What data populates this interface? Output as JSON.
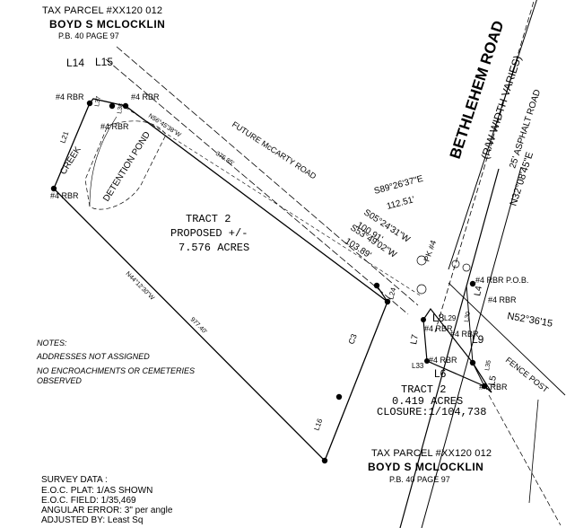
{
  "top_parcel": {
    "tax_parcel": "TAX PARCEL #XX120 012",
    "owner": "BOYD S MCLOCKLIN",
    "book_page": "P.B. 40 PAGE 97"
  },
  "bottom_parcel": {
    "tax_parcel": "TAX PARCEL #XX120 012",
    "owner": "BOYD S MCLOCKLIN",
    "book_page": "P.B. 40 PAGE 97"
  },
  "road": {
    "name": "BETHLEHEM ROAD",
    "row": "(R/W WIDTH VARIES)",
    "surface": "25' ASPHALT ROAD",
    "bearing": "N32°08'45\"E"
  },
  "future_road": "FUTURE McCARTY ROAD",
  "tract2": {
    "title": "TRACT 2",
    "line2": "PROPOSED +/-",
    "line3": "7.576 ACRES"
  },
  "tract2b": {
    "line1": "TRACT 2",
    "line2": "0.419 ACRES",
    "line3": "CLOSURE:1/104,738"
  },
  "labels": {
    "l14": "L14",
    "l15": "L15",
    "l21": "L21",
    "l16": "L16",
    "l24": "L24",
    "l4": "L4",
    "l5": "L5",
    "l6": "L6",
    "l7": "L7",
    "l8": "L8",
    "l9": "L9",
    "l29": "L29",
    "l30": "L30",
    "l33": "L33",
    "l35": "L35",
    "l37": "L37",
    "l38": "L38",
    "c3": "C3",
    "pk": "PK #4",
    "creek": "CREEK",
    "detention_pond": "DETENTION POND",
    "fence_post": "FENCE POST"
  },
  "markers": {
    "rbr": "#4 RBR",
    "rbr_pob": "#4 RBR P.O.B."
  },
  "bearings": {
    "b1": "S89°26'37\"E",
    "b1d": "112.51'",
    "b2": "S05°24'31\"W",
    "b2d": "100.91'",
    "b3": "S53°49'02\"W",
    "b3d": "103.89'",
    "b4": "N56°45'38\"W",
    "b4d": "375.85'",
    "b5": "N44°12'30\"W",
    "b5d": "977.40'",
    "b6": "N52°36'15"
  },
  "notes": {
    "heading": "NOTES:",
    "n1": "ADDRESSES NOT ASSIGNED",
    "n2": "NO ENCROACHMENTS OR CEMETERIES",
    "n3": "OBSERVED"
  },
  "survey": {
    "heading": "SURVEY DATA :",
    "plat": "E.O.C. PLAT: 1/AS SHOWN",
    "field": "E.O.C. FIELD: 1/35,469",
    "angular": "ANGULAR ERROR: 3\" per angle",
    "adjusted": "ADJUSTED BY: Least Sq"
  }
}
